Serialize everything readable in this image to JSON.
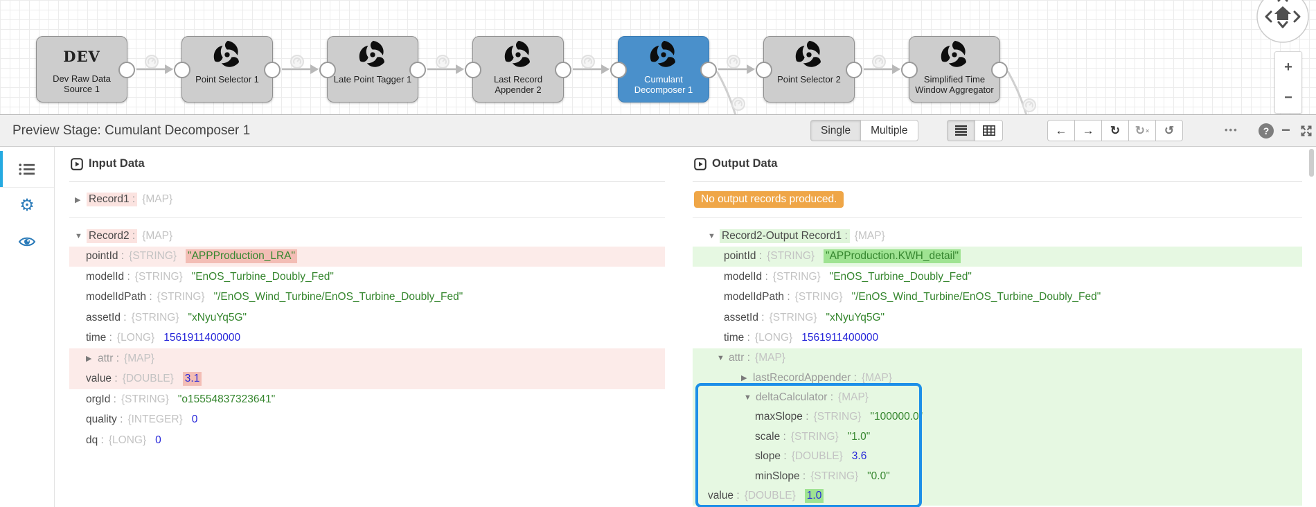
{
  "pipeline": {
    "nodes": [
      {
        "badge": "DEV",
        "label": "Dev Raw Data Source 1",
        "selected": false
      },
      {
        "label": "Point Selector 1",
        "selected": false
      },
      {
        "label": "Late Point Tagger 1",
        "selected": false
      },
      {
        "label": "Last Record Appender 2",
        "selected": false
      },
      {
        "label": "Cumulant Decomposer 1",
        "selected": true
      },
      {
        "label": "Point Selector 2",
        "selected": false
      },
      {
        "label": "Simplified Time Window Aggregator",
        "selected": false
      }
    ]
  },
  "toolbar": {
    "title": "Preview Stage: Cumulant Decomposer 1",
    "single": "Single",
    "multiple": "Multiple",
    "back": "←",
    "forward": "→",
    "refresh": "↻",
    "refresh_badge": "×",
    "reset": "↺",
    "more": "•••",
    "help": "?",
    "minimize": "−",
    "zoom_in": "+",
    "zoom_out": "−"
  },
  "input": {
    "header": "Input Data",
    "record1": {
      "marker": "▶",
      "name": "Record1",
      "type": "{MAP}"
    },
    "record2": {
      "marker": "▼",
      "name": "Record2",
      "type": "{MAP}"
    },
    "rows": [
      {
        "name": "pointId",
        "type": "{STRING}",
        "value": "\"APPProduction_LRA\""
      },
      {
        "name": "modelId",
        "type": "{STRING}",
        "value": "\"EnOS_Turbine_Doubly_Fed\""
      },
      {
        "name": "modelIdPath",
        "type": "{STRING}",
        "value": "\"/EnOS_Wind_Turbine/EnOS_Turbine_Doubly_Fed\""
      },
      {
        "name": "assetId",
        "type": "{STRING}",
        "value": "\"xNyuYq5G\""
      },
      {
        "name": "time",
        "type": "{LONG}",
        "value": "1561911400000"
      },
      {
        "marker": "▶",
        "name": "attr",
        "type": "{MAP}"
      },
      {
        "name": "value",
        "type": "{DOUBLE}",
        "value": "3.1"
      },
      {
        "name": "orgId",
        "type": "{STRING}",
        "value": "\"o15554837323641\""
      },
      {
        "name": "quality",
        "type": "{INTEGER}",
        "value": "0"
      },
      {
        "name": "dq",
        "type": "{LONG}",
        "value": "0"
      }
    ]
  },
  "output": {
    "header": "Output Data",
    "badge": "No output records produced.",
    "record": {
      "marker": "▼",
      "name": "Record2-Output Record1",
      "type": "{MAP}"
    },
    "rows": [
      {
        "name": "pointId",
        "type": "{STRING}",
        "value": "\"APProduction.KWH_detail\""
      },
      {
        "name": "modelId",
        "type": "{STRING}",
        "value": "\"EnOS_Turbine_Doubly_Fed\""
      },
      {
        "name": "modelIdPath",
        "type": "{STRING}",
        "value": "\"/EnOS_Wind_Turbine/EnOS_Turbine_Doubly_Fed\""
      },
      {
        "name": "assetId",
        "type": "{STRING}",
        "value": "\"xNyuYq5G\""
      },
      {
        "name": "time",
        "type": "{LONG}",
        "value": "1561911400000"
      }
    ],
    "attr": {
      "marker": "▼",
      "name": "attr",
      "type": "{MAP}"
    },
    "last_record_appender": {
      "marker": "▶",
      "name": "lastRecordAppender",
      "type": "{MAP}"
    },
    "delta_calculator": {
      "marker": "▼",
      "name": "deltaCalculator",
      "type": "{MAP}"
    },
    "delta_rows": [
      {
        "name": "maxSlope",
        "type": "{STRING}",
        "value": "\"100000.0\""
      },
      {
        "name": "scale",
        "type": "{STRING}",
        "value": "\"1.0\""
      },
      {
        "name": "slope",
        "type": "{DOUBLE}",
        "value": "3.6"
      },
      {
        "name": "minSlope",
        "type": "{STRING}",
        "value": "\"0.0\""
      }
    ],
    "value_row": {
      "name": "value",
      "type": "{DOUBLE}",
      "value": "1.0"
    }
  },
  "colors": {
    "selected_node": "#4a90cb",
    "sidebar_accent": "#25aae1",
    "badge_bg": "#efa647",
    "selection_border": "#1d8fe8",
    "string_value": "#35862e",
    "number_value": "#2626d9",
    "row_highlight_pink": "#fcebe9",
    "row_highlight_green": "#e6f8e2",
    "value_highlight_pink": "#f3bdb5",
    "value_highlight_green": "#9fe392"
  }
}
